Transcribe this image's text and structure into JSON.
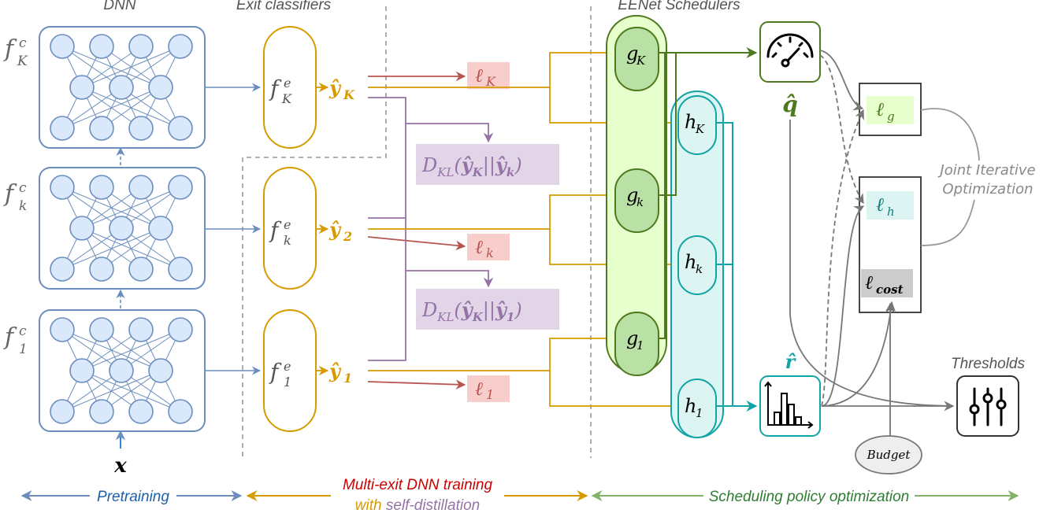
{
  "headers": {
    "dnn": "DNN",
    "exit_classifiers": "Exit classifiers",
    "eenet_schedulers": "EENet Schedulers",
    "thresholds": "Thresholds"
  },
  "dnn_blocks": [
    {
      "label": "f",
      "sup": "c",
      "sub": "K"
    },
    {
      "label": "f",
      "sup": "c",
      "sub": "k"
    },
    {
      "label": "f",
      "sup": "c",
      "sub": "1"
    }
  ],
  "input_label": "x",
  "exit_classifiers": [
    {
      "label": "f",
      "sup": "e",
      "sub": "K",
      "output_main": "ŷ",
      "output_sub": "K"
    },
    {
      "label": "f",
      "sup": "e",
      "sub": "k",
      "output_main": "ŷ",
      "output_sub": "2"
    },
    {
      "label": "f",
      "sup": "e",
      "sub": "1",
      "output_main": "ŷ",
      "output_sub": "1"
    }
  ],
  "losses": [
    {
      "main": "ℓ",
      "sub": "K"
    },
    {
      "main": "ℓ",
      "sub": "k"
    },
    {
      "main": "ℓ",
      "sub": "1"
    }
  ],
  "kl_terms": [
    {
      "main": "D",
      "sub": "KL",
      "open": "(",
      "a": "ŷ",
      "a_sub": "K",
      "sep": "||",
      "b": "ŷ",
      "b_sub": "k",
      "close": ")"
    },
    {
      "main": "D",
      "sub": "KL",
      "open": "(",
      "a": "ŷ",
      "a_sub": "K",
      "sep": "||",
      "b": "ŷ",
      "b_sub": "1",
      "close": ")"
    }
  ],
  "g_nodes": [
    {
      "main": "g",
      "sub": "K"
    },
    {
      "main": "g",
      "sub": "k"
    },
    {
      "main": "g",
      "sub": "1"
    }
  ],
  "h_nodes": [
    {
      "main": "h",
      "sub": "K"
    },
    {
      "main": "h",
      "sub": "k"
    },
    {
      "main": "h",
      "sub": "1"
    }
  ],
  "outputs": {
    "q_hat": "q̂",
    "r_hat": "r̂"
  },
  "scheduler_losses": {
    "l_g": {
      "main": "ℓ",
      "sub": "g"
    },
    "l_h": {
      "main": "ℓ",
      "sub": "h"
    },
    "l_cost": {
      "main": "ℓ",
      "sub": "cost"
    }
  },
  "joint_optimization": [
    "Joint Iterative",
    "Optimization"
  ],
  "budget": "Budget",
  "phases": {
    "pretraining": "Pretraining",
    "multi_exit_line1": "Multi-exit DNN training",
    "multi_exit_with": "with",
    "multi_exit_self": "self-distillation",
    "scheduling": "Scheduling policy optimization"
  },
  "colors": {
    "dnn_blue": "#6c8ebf",
    "node_fill": "#dae8fc",
    "exit_gold": "#d79b00",
    "loss_red": "#b85450",
    "loss_fill": "#f8cecc",
    "kl_purple": "#9673a6",
    "kl_fill": "#e1d5e7",
    "g_green": "#4d7a1f",
    "g_fill": "#e6ffcc",
    "h_teal": "#12a3a6",
    "h_fill": "#ddf5f2",
    "gray": "#777777",
    "scheduling_green": "#2e7d32",
    "multi_exit_red": "#cc0000"
  }
}
